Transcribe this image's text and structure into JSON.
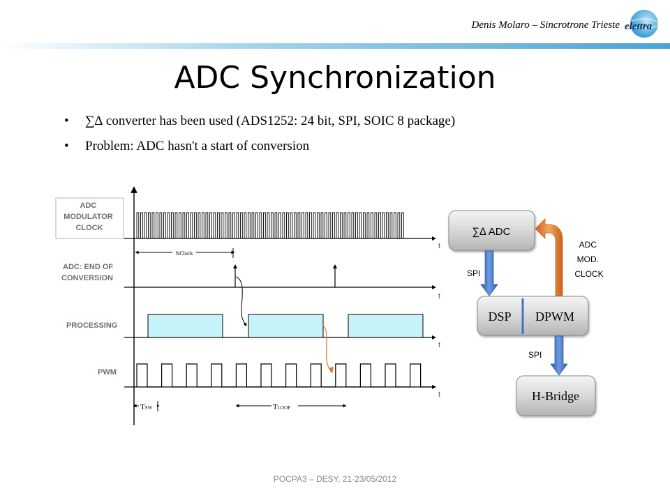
{
  "header": {
    "author": "Denis Molaro – Sincrotrone Trieste",
    "logo_text": "elettra"
  },
  "title": "ADC Synchronization",
  "bullets": [
    "∑∆ converter has been used (ADS1252: 24 bit, SPI, SOIC 8 package)",
    "Problem: ADC hasn't a start of conversion"
  ],
  "timing": {
    "clock_label": [
      "ADC",
      "MODULATOR",
      "CLOCK"
    ],
    "eoc_label": [
      "ADC: END OF",
      "CONVERSION"
    ],
    "processing_label": "PROCESSING",
    "pwm_label": "PWM",
    "axis_label": "t",
    "nclock_label": "NClock",
    "tsw_main": "T",
    "tsw_sub": "SW",
    "tloop_main": "T",
    "tloop_sub": "LOOP"
  },
  "block": {
    "adc_label": "∑∆  ADC",
    "dsp_label": "DSP",
    "dpwm_label": "DPWM",
    "hbridge_label": "H-Bridge",
    "spi_top": "SPI",
    "spi_bottom": "SPI",
    "adc_mod_clock": [
      "ADC",
      "MOD.",
      "CLOCK"
    ]
  },
  "colors": {
    "processing_fill": "#c6f2f9",
    "block_blue": "#3f73c5",
    "clock_orange": "#e07a2d"
  },
  "footer": "POCPA3 – DESY, 21-23/05/2012"
}
